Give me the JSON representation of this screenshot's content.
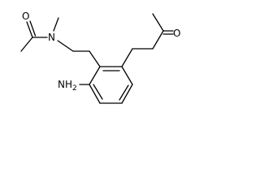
{
  "structure": {
    "atom_labels": {
      "carbonyl_oxygen_left": "O",
      "amide_nitrogen": "N",
      "amine_nitrogen": "N",
      "amine_hydrogen": "H",
      "amine_hydrogen_count": "2",
      "ketone_oxygen": "O"
    }
  }
}
